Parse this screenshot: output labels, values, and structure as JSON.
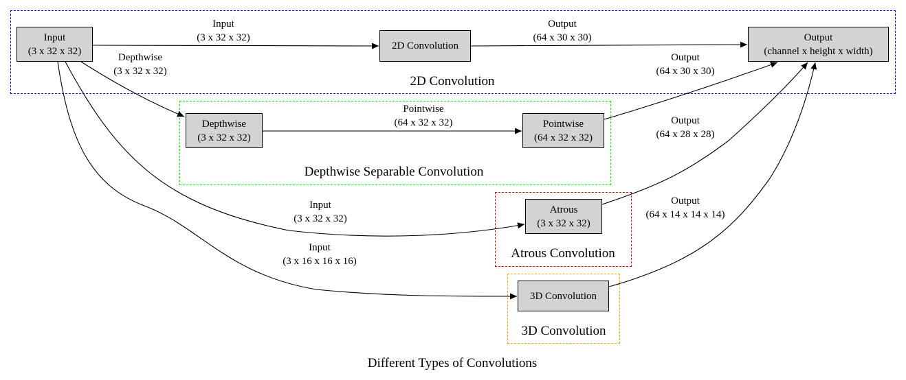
{
  "caption": "Different Types of Convolutions",
  "clusters": {
    "conv2d": {
      "label": "2D Convolution",
      "color": "#0000ff"
    },
    "depthwise_separable": {
      "label": "Depthwise Separable Convolution",
      "color": "#00ff00"
    },
    "atrous": {
      "label": "Atrous Convolution",
      "color": "#ff0000"
    },
    "conv3d": {
      "label": "3D Convolution",
      "color": "#ffa500"
    }
  },
  "nodes": {
    "input": {
      "line1": "Input",
      "line2": "(3 x 32 x 32)"
    },
    "conv2d": {
      "line1": "2D Convolution"
    },
    "output": {
      "line1": "Output",
      "line2": "(channel x height x width)"
    },
    "depthwise": {
      "line1": "Depthwise",
      "line2": "(3 x 32 x 32)"
    },
    "pointwise": {
      "line1": "Pointwise",
      "line2": "(64 x 32 x 32)"
    },
    "atrous": {
      "line1": "Atrous",
      "line2": "(3 x 32 x 32)"
    },
    "conv3d": {
      "line1": "3D Convolution"
    }
  },
  "edges": {
    "input_to_conv2d": {
      "line1": "Input",
      "line2": "(3 x 32 x 32)"
    },
    "conv2d_to_output": {
      "line1": "Output",
      "line2": "(64 x 30 x 30)"
    },
    "input_to_depthwise": {
      "line1": "Depthwise",
      "line2": "(3 x 32 x 32)"
    },
    "depthwise_to_pointwise": {
      "line1": "Pointwise",
      "line2": "(64 x 32 x 32)"
    },
    "pointwise_to_output": {
      "line1": "Output",
      "line2": "(64 x 30 x 30)"
    },
    "input_to_atrous": {
      "line1": "Input",
      "line2": "(3 x 32 x 32)"
    },
    "atrous_to_output": {
      "line1": "Output",
      "line2": "(64 x 28 x 28)"
    },
    "input_to_conv3d": {
      "line1": "Input",
      "line2": "(3 x 16 x 16 x 16)"
    },
    "conv3d_to_output": {
      "line1": "Output",
      "line2": "(64 x 14 x 14 x 14)"
    }
  }
}
